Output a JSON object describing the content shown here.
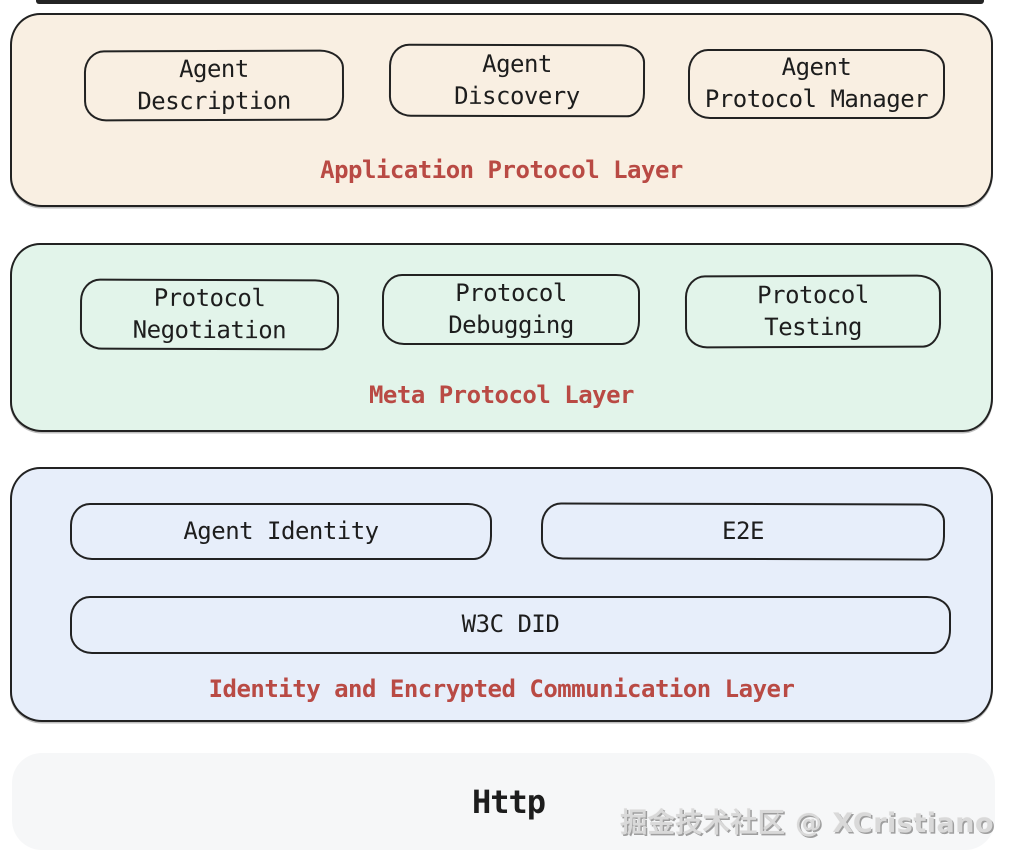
{
  "diagram": {
    "layers": [
      {
        "label": "Application Protocol Layer",
        "boxes": [
          {
            "label": "Agent\nDescription"
          },
          {
            "label": "Agent\nDiscovery"
          },
          {
            "label": "Agent\nProtocol Manager"
          }
        ]
      },
      {
        "label": "Meta Protocol Layer",
        "boxes": [
          {
            "label": "Protocol\nNegotiation"
          },
          {
            "label": "Protocol\nDebugging"
          },
          {
            "label": "Protocol\nTesting"
          }
        ]
      },
      {
        "label": "Identity and Encrypted Communication Layer",
        "boxes": [
          {
            "label": "Agent Identity"
          },
          {
            "label": "E2E"
          },
          {
            "label": "W3C DID"
          }
        ]
      }
    ],
    "base": {
      "label": "Http"
    },
    "watermark": {
      "text": "掘金技术社区 @ XCristiano"
    },
    "colors": {
      "application_layer_bg": "#f9efe2",
      "meta_layer_bg": "#e2f4ea",
      "identity_layer_bg": "#e7eefa",
      "base_bg": "#f6f7f8",
      "layer_label_red": "#b94a44",
      "border": "#222222",
      "text": "#1d1d1d",
      "watermark_gray": "#c9c9c9"
    }
  }
}
